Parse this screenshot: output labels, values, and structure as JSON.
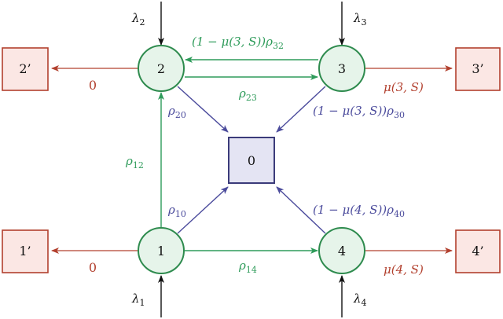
{
  "colors": {
    "green": "#2e9b5a",
    "blue": "#4b4b9c",
    "red": "#b2402e",
    "black": "#111111"
  },
  "nodes": {
    "n0": "0",
    "n1": "1",
    "n2": "2",
    "n3": "3",
    "n4": "4",
    "s1": "1’",
    "s2": "2’",
    "s3": "3’",
    "s4": "4’"
  },
  "labels": {
    "lambda1": "λ",
    "lambda1_sub": "1",
    "lambda2": "λ",
    "lambda2_sub": "2",
    "lambda3": "λ",
    "lambda3_sub": "3",
    "lambda4": "λ",
    "lambda4_sub": "4",
    "rho32_main": "(1 − μ(3, S))ρ",
    "rho32_sub": "32",
    "rho23_main": "ρ",
    "rho23_sub": "23",
    "rho20_main": "ρ",
    "rho20_sub": "20",
    "rho30_main": "(1 − μ(3, S))ρ",
    "rho30_sub": "30",
    "rho12_main": "ρ",
    "rho12_sub": "12",
    "rho10_main": "ρ",
    "rho10_sub": "10",
    "rho40_main": "(1 − μ(4, S))ρ",
    "rho40_sub": "40",
    "rho14_main": "ρ",
    "rho14_sub": "14",
    "zero_left_top": "0",
    "zero_left_bottom": "0",
    "mu3": "μ(3, S)",
    "mu4": "μ(4, S)"
  }
}
